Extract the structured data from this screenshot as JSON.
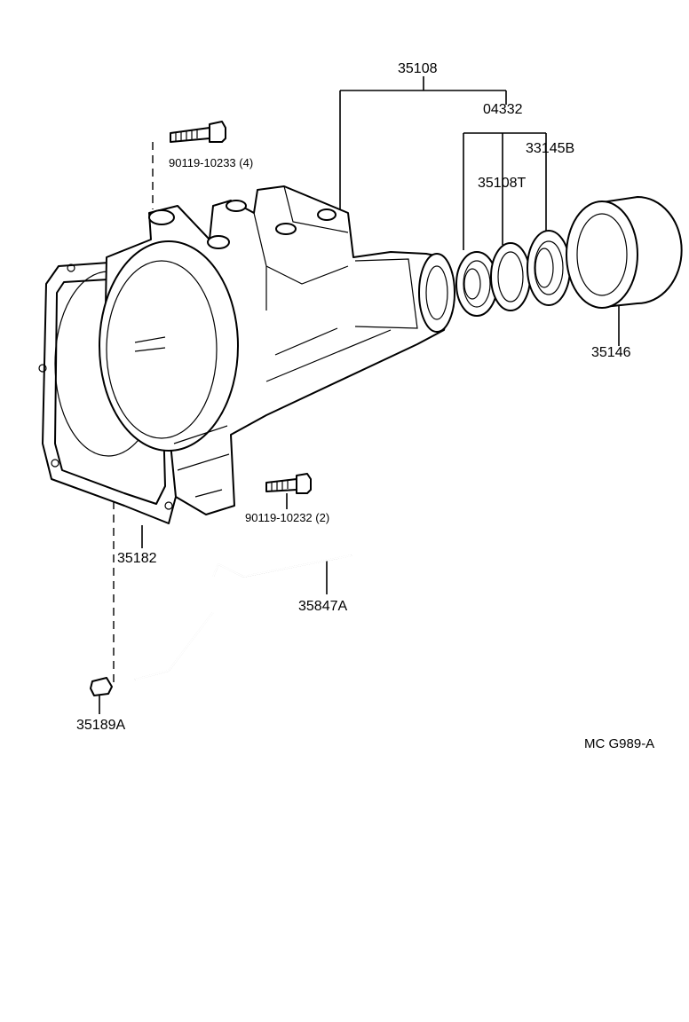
{
  "labels": {
    "housing": "35108",
    "oil_seal": "04332",
    "bearing_set": "33145B",
    "spacer": "35108T",
    "cover": "35146",
    "bolt_top": "90119-10233 (4)",
    "bolt_mid": "90119-10232 (2)",
    "gasket": "35182",
    "tube": "35847A",
    "plug": "35189A",
    "drawing_code": "MC G989-A"
  }
}
